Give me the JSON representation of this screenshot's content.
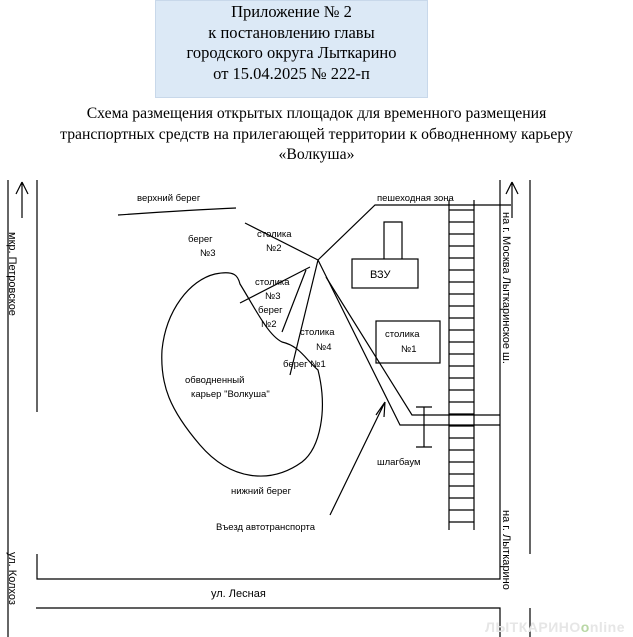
{
  "header": {
    "line1": "Приложение № 2",
    "line2": "к постановлению главы",
    "line3": "городского округа Лыткарино",
    "line4": "от 15.04.2025 № 222-п"
  },
  "title": {
    "line1": "Схема размещения открытых площадок для временного размещения",
    "line2": "транспортных средств на прилегающей территории к обводненному карьеру",
    "line3": "«Волкуша»"
  },
  "map": {
    "upper_shore": "верхний берег",
    "pedestrian_zone": "пешеходная зона",
    "shore3_a": "берег",
    "shore3_b": "№3",
    "parking2_a": "столика",
    "parking2_b": "№2",
    "parking3_a": "столика",
    "parking3_b": "№3",
    "shore2_a": "берег",
    "shore2_b": "№2",
    "parking4_a": "столика",
    "parking4_b": "№4",
    "shore1": "берег №1",
    "vzu": "ВЗУ",
    "parking1_a": "столика",
    "parking1_b": "№1",
    "lake_a": "обводненный",
    "lake_b": "карьер \"Волкуша\"",
    "barrier": "шлагбаум",
    "lower_shore": "нижний берег",
    "entrance": "Въезд автотранспорта",
    "left_street": "мкр. Петровское",
    "right_street": "на г. Москва Лыткаринское ш.",
    "right_lower": "на г. Лыткарино",
    "bottom_left": "ул. Колхоз",
    "lesnaya": "ул. Лесная"
  },
  "watermark": {
    "part1": "ЛЫТКАРИНО",
    "part2": "o",
    "part3": "nline"
  }
}
